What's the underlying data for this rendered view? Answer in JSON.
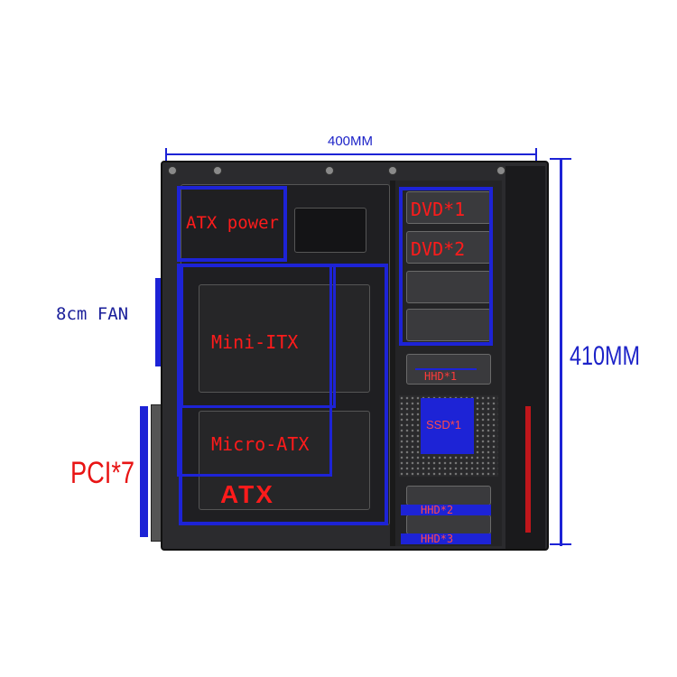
{
  "dimensions": {
    "width_label": "400MM",
    "height_label": "410MM"
  },
  "side_labels": {
    "fan": "8cm FAN",
    "pci": "PCI*7"
  },
  "zone_labels": {
    "atx_power": "ATX power",
    "mini_itx": "Mini-ITX",
    "micro_atx": "Micro-ATX",
    "atx": "ATX"
  },
  "bay_labels": {
    "dvd1": "DVD*1",
    "dvd2": "DVD*2",
    "hhd1": "HHD*1",
    "ssd1": "SSD*1",
    "hhd2": "HHD*2",
    "hhd3": "HHD*3"
  },
  "colors": {
    "annotation_blue": "#1d23d6",
    "label_red": "#ff1b1b",
    "case_black": "#2b2b2e",
    "side_accent_red": "#c0161b"
  }
}
